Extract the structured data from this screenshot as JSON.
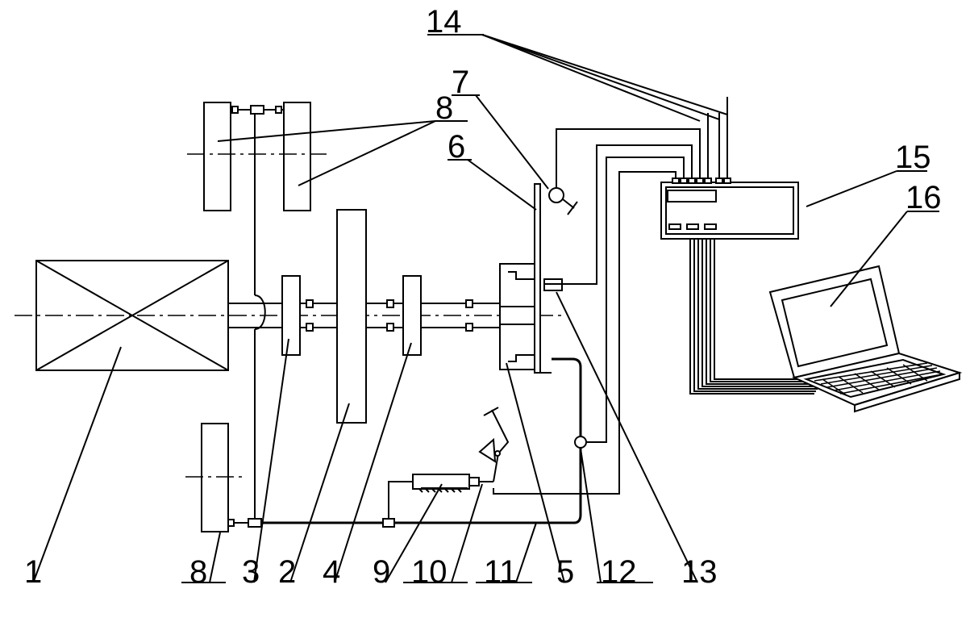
{
  "labels": {
    "l1": "1",
    "l2": "2",
    "l3": "3",
    "l4": "4",
    "l5": "5",
    "l6": "6",
    "l7": "7",
    "l8a": "8",
    "l8b": "8",
    "l9": "9",
    "l10": "10",
    "l11": "11",
    "l12": "12",
    "l13": "13",
    "l14": "14",
    "l15": "15",
    "l16": "16"
  }
}
